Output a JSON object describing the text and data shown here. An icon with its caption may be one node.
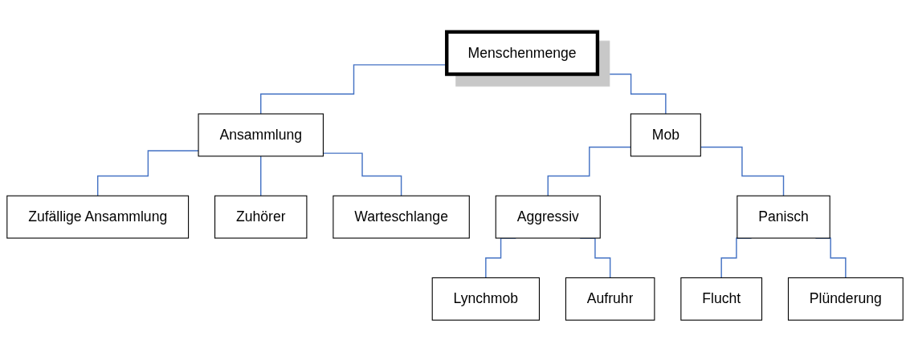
{
  "diagram": {
    "nodes": [
      {
        "text": [
          "Menschenmenge"
        ]
      },
      {
        "text": [
          "Ansammlung"
        ]
      },
      {
        "text": [
          "Mob"
        ]
      },
      {
        "text": [
          "Zufällige Ansammlung"
        ]
      },
      {
        "text": [
          "Zuhörer"
        ]
      },
      {
        "text": [
          "Warteschlange"
        ]
      },
      {
        "text": [
          "Aggressiv"
        ]
      },
      {
        "text": [
          "Panisch"
        ]
      },
      {
        "text": [
          "Lynchmob"
        ]
      },
      {
        "text": [
          "Aufruhr"
        ]
      },
      {
        "text": [
          "Flucht"
        ]
      },
      {
        "text": [
          "Plünderung"
        ]
      }
    ],
    "edges": [
      {
        "from": 0,
        "to": 1,
        "arrow": "none"
      },
      {
        "from": 0,
        "to": 2,
        "arrow": "none"
      },
      {
        "from": 1,
        "to": 3,
        "arrow": "none"
      },
      {
        "from": 1,
        "to": 4,
        "arrow": "none"
      },
      {
        "from": 1,
        "to": 5,
        "arrow": "none"
      },
      {
        "from": 2,
        "to": 6,
        "arrow": "none"
      },
      {
        "from": 2,
        "to": 7,
        "arrow": "none"
      },
      {
        "from": 6,
        "to": 8,
        "arrow": "none"
      },
      {
        "from": 6,
        "to": 9,
        "arrow": "none"
      },
      {
        "from": 7,
        "to": 10,
        "arrow": "none"
      },
      {
        "from": 7,
        "to": 11,
        "arrow": "none"
      }
    ]
  }
}
